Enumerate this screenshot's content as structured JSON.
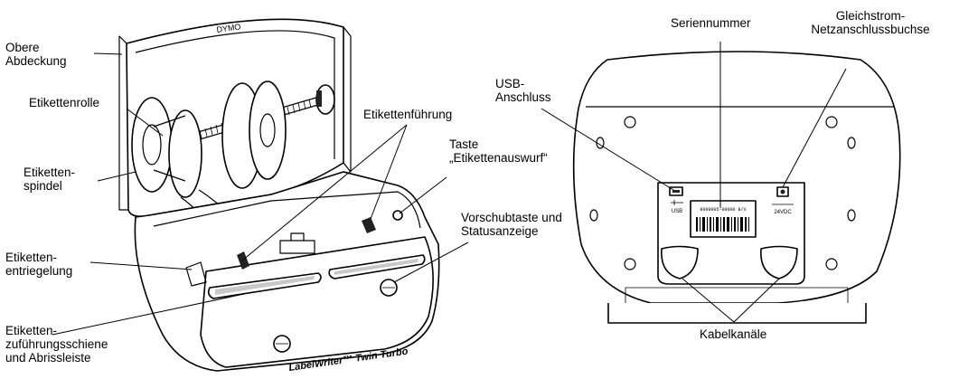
{
  "left_view": {
    "brand_top": "DYMO",
    "brand_front": "LabelWriter™ Twin Turbo",
    "labels": {
      "top_cover": "Obere\nAbdeckung",
      "label_roll": "Etikettenrolle",
      "label_spool": "Etiketten-\nspindel",
      "label_release": "Etiketten-\nentriegelung",
      "feed_rail": "Etiketten-\nzuführungsschiene\nund Abrissleiste",
      "label_guide": "Etikettenführung",
      "eject_button": "Taste\n„Etikettenauswurf“",
      "feed_button_status": "Vorschubtaste und\nStatusanzeige"
    }
  },
  "right_view": {
    "port_usb_text": "USB",
    "port_dc_text": "24VDC",
    "serial_sticker_text": "8000005-00000 B/X",
    "labels": {
      "usb_port": "USB-\nAnschluss",
      "serial_number": "Seriennummer",
      "dc_jack": "Gleichstrom-\nNetzanschlussbuchse",
      "cable_channels": "Kabelkanäle"
    }
  }
}
